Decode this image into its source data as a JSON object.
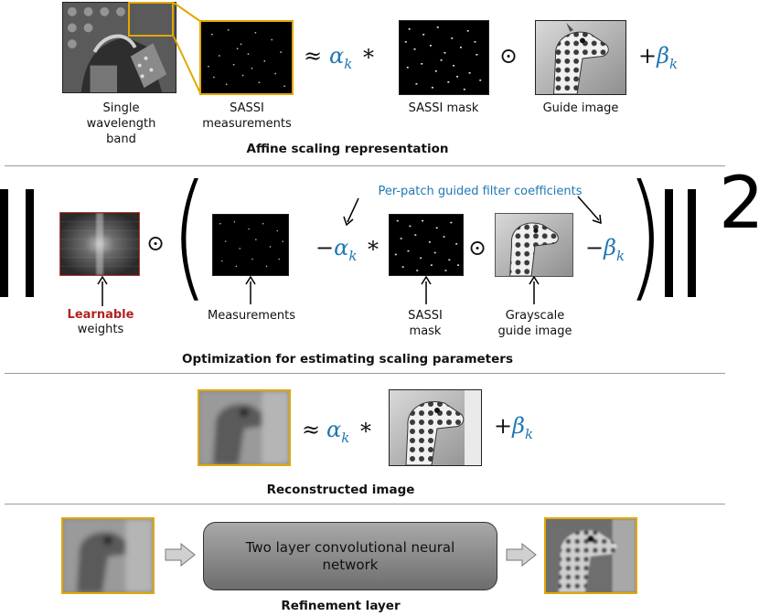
{
  "section1": {
    "labels": {
      "single_band": "Single\nwavelength\nband",
      "sassi_meas": "SASSI\nmeasurements",
      "sassi_mask": "SASSI mask",
      "guide_image": "Guide image"
    },
    "math": {
      "approx": "≈",
      "alpha": "α",
      "alpha_sub": "k",
      "times": "*",
      "odot": "⊙",
      "plus": "+",
      "beta": "β",
      "beta_sub": "k"
    },
    "title": "Affine scaling representation"
  },
  "section2": {
    "coeff_label": "Per-patch guided filter coefficients",
    "learnable": "Learnable",
    "weights": "weights",
    "measurements": "Measurements",
    "sassi_mask": "SASSI\nmask",
    "grayscale_guide": "Grayscale\nguide image",
    "math": {
      "odot": "⊙",
      "minus": "−",
      "alpha": "α",
      "alpha_sub": "k",
      "times": "*",
      "beta": "β",
      "beta_sub": "k",
      "square": "2"
    },
    "title": "Optimization for estimating scaling parameters"
  },
  "section3": {
    "math": {
      "approx": "≈",
      "alpha": "α",
      "alpha_sub": "k",
      "times": "*",
      "plus": "+",
      "beta": "β",
      "beta_sub": "k"
    },
    "title": "Reconstructed image"
  },
  "section4": {
    "cnn_text": "Two layer convolutional neural network",
    "title": "Refinement layer"
  },
  "colors": {
    "accent_blue": "#1f78b4",
    "learnable_red": "#b22222",
    "highlight_orange": "#e0a800"
  }
}
